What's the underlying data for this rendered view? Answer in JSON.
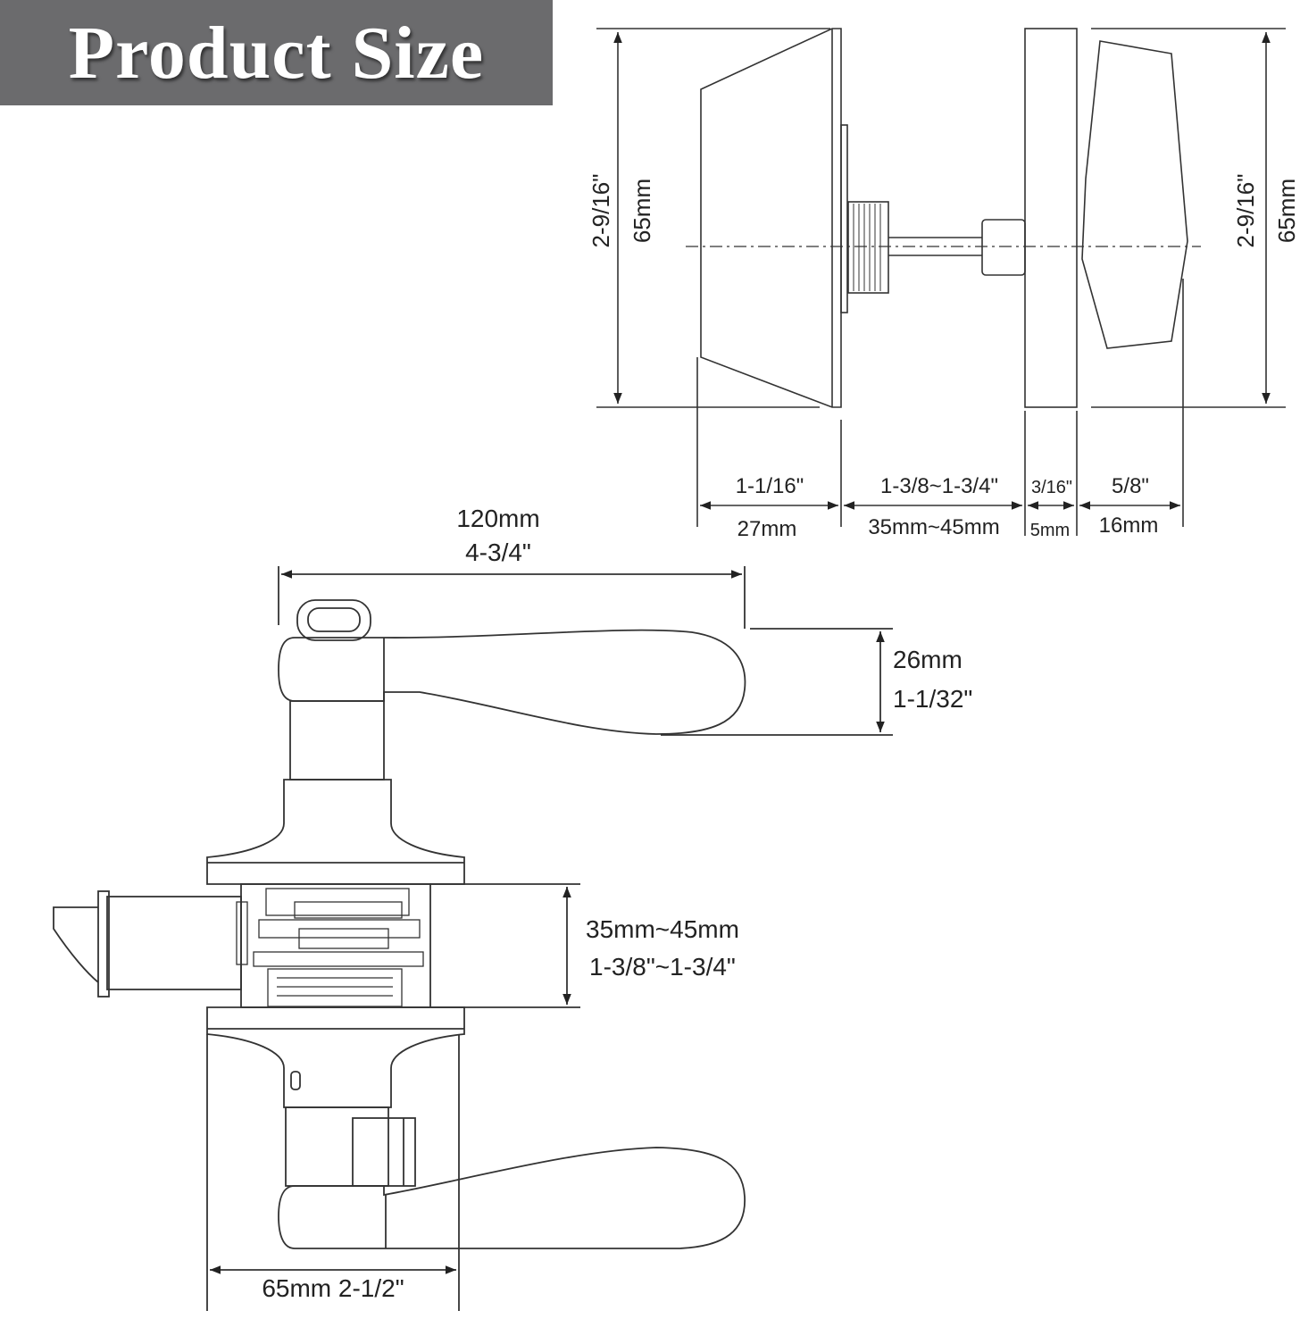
{
  "banner": {
    "title": "Product Size"
  },
  "top_view": {
    "height_left_in": "2-9/16\"",
    "height_left_mm": "65mm",
    "height_right_in": "2-9/16\"",
    "height_right_mm": "65mm",
    "rose_depth_in": "1-1/16\"",
    "rose_depth_mm": "27mm",
    "door_thickness_in": "1-3/8~1-3/4\"",
    "door_thickness_mm": "35mm~45mm",
    "plate_in": "3/16\"",
    "plate_mm": "5mm",
    "turn_in": "5/8\"",
    "turn_mm": "16mm"
  },
  "lever_view": {
    "length_mm": "120mm",
    "length_in": "4-3/4\"",
    "lever_height_mm": "26mm",
    "lever_height_in": "1-1/32\"",
    "door_mm": "35mm~45mm",
    "door_in": "1-3/8\"~1-3/4\"",
    "rose_diameter": "65mm 2-1/2\""
  }
}
